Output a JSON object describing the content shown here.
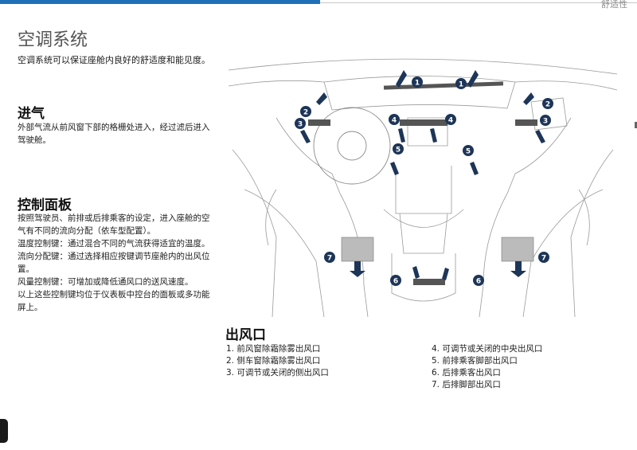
{
  "header": {
    "chapter": "舒适性"
  },
  "page_title": "空调系统",
  "intro": "空调系统可以保证座舱内良好的舒适度和能见度。",
  "intake": {
    "heading": "进气",
    "text": "外部气流从前风窗下部的格栅处进入，经过滤后进入驾驶舱。"
  },
  "control_panel": {
    "heading": "控制面板",
    "lines": [
      "按照驾驶员、前排或后排乘客的设定，进入座舱的空气有不同的流向分配（依车型配置）。",
      "温度控制键：通过混合不同的气流获得适宜的温度。",
      "流向分配键：通过选择相应按键调节座舱内的出风位置。",
      "风量控制键：可增加或降低通风口的送风速度。",
      "以上这些控制键均位于仪表板中控台的面板或多功能屏上。"
    ]
  },
  "outlets": {
    "heading": "出风口",
    "left_items": [
      "1. 前风窗除霜除雾出风口",
      "2. 侧车窗除霜除雾出风口",
      "3. 可调节或关闭的侧出风口"
    ],
    "right_items": [
      "4. 可调节或关闭的中央出风口",
      "5. 前排乘客脚部出风口",
      "6. 后排乘客出风口",
      "7. 后排脚部出风口"
    ]
  },
  "diagram": {
    "markers": [
      "1",
      "1",
      "2",
      "2",
      "3",
      "3",
      "4",
      "4",
      "5",
      "5",
      "6",
      "6",
      "7",
      "7"
    ],
    "badge_color": "#1d3557",
    "airflow_color": "#1d3557"
  }
}
